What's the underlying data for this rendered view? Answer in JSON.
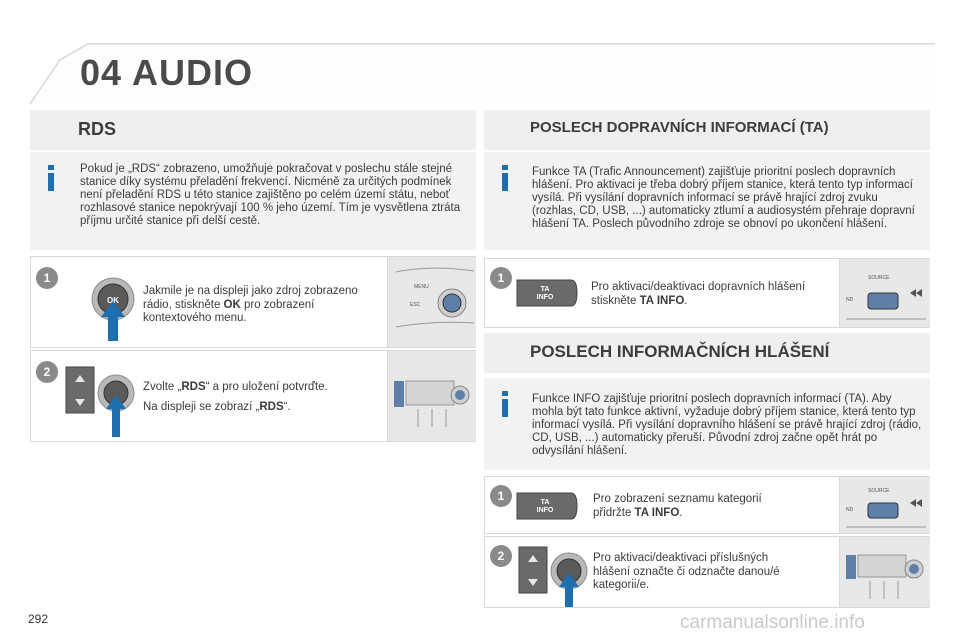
{
  "header": {
    "chapter_number": "04",
    "chapter_title": "AUDIO"
  },
  "rds": {
    "title": "RDS",
    "info": "Pokud je „RDS“ zobrazeno, umožňuje pokračovat v poslechu stále stejné stanice díky systému přeladění frekvencí. Nicméně za určitých podmínek není přeladění RDS u této stanice zajištěno po celém území státu, neboť rozhlasové stanice nepokrývají 100 % jeho území. Tím je vysvětlena ztráta příjmu určité stanice při delší cestě.",
    "step1": {
      "num": "1",
      "text_a": "Jakmile je na displeji jako zdroj zobrazeno rádio, stiskněte ",
      "bold": "OK",
      "text_b": " pro zobrazení kontextového menu."
    },
    "step2": {
      "num": "2",
      "text_a": "Zvolte „",
      "bold": "RDS",
      "text_b": "“ a pro uložení potvrďte.",
      "text_c": "Na displeji se zobrazí „",
      "bold2": "RDS",
      "text_d": "“."
    }
  },
  "ta": {
    "title": "POSLECH DOPRAVNÍCH INFORMACÍ (TA)",
    "info": "Funkce TA (Trafic Announcement) zajišťuje prioritní poslech dopravních hlášení. Pro aktivaci je třeba dobrý příjem stanice, která tento typ informací vysílá. Při vysílání dopravních informací se právě hrající zdroj zvuku (rozhlas, CD, USB, ...) automaticky ztlumí a audiosystém přehraje dopravní hlášení TA. Poslech původního zdroje se obnoví po ukončení hlášení.",
    "step1": {
      "num": "1",
      "text_a": "Pro aktivaci/deaktivaci dopravních hlášení stiskněte ",
      "bold": "TA INFO",
      "text_b": "."
    }
  },
  "info_msgs": {
    "title": "POSLECH INFORMAČNÍCH HLÁŠENÍ",
    "info": "Funkce INFO zajišťuje prioritní poslech dopravních informací (TA). Aby mohla být tato funkce aktivní, vyžaduje dobrý příjem stanice, která tento typ informací vysílá. Při vysílání dopravního hlášení se právě hrající zdroj (rádio, CD, USB, ...) automaticky přeruší. Původní zdroj začne opět hrát po odvysílání hlášení.",
    "step1": {
      "num": "1",
      "text_a": "Pro zobrazení seznamu kategorií přidržte ",
      "bold": "TA INFO",
      "text_b": "."
    },
    "step2": {
      "num": "2",
      "text": "Pro aktivaci/deaktivaci příslušných hlášení označte či odznačte danou/é kategorii/e."
    }
  },
  "labels": {
    "ok": "OK",
    "ta": "TA",
    "info": "INFO",
    "source": "SOURCE",
    "menu": "MENU",
    "esc": "ESC",
    "nd": "ND"
  },
  "footer": {
    "page_number": "292",
    "watermark": "carmanualsonline.info"
  },
  "colors": {
    "accent_blue": "#1e6fb0",
    "panel_gray": "#f2f2f2",
    "step_gray": "#8a8a8a"
  }
}
